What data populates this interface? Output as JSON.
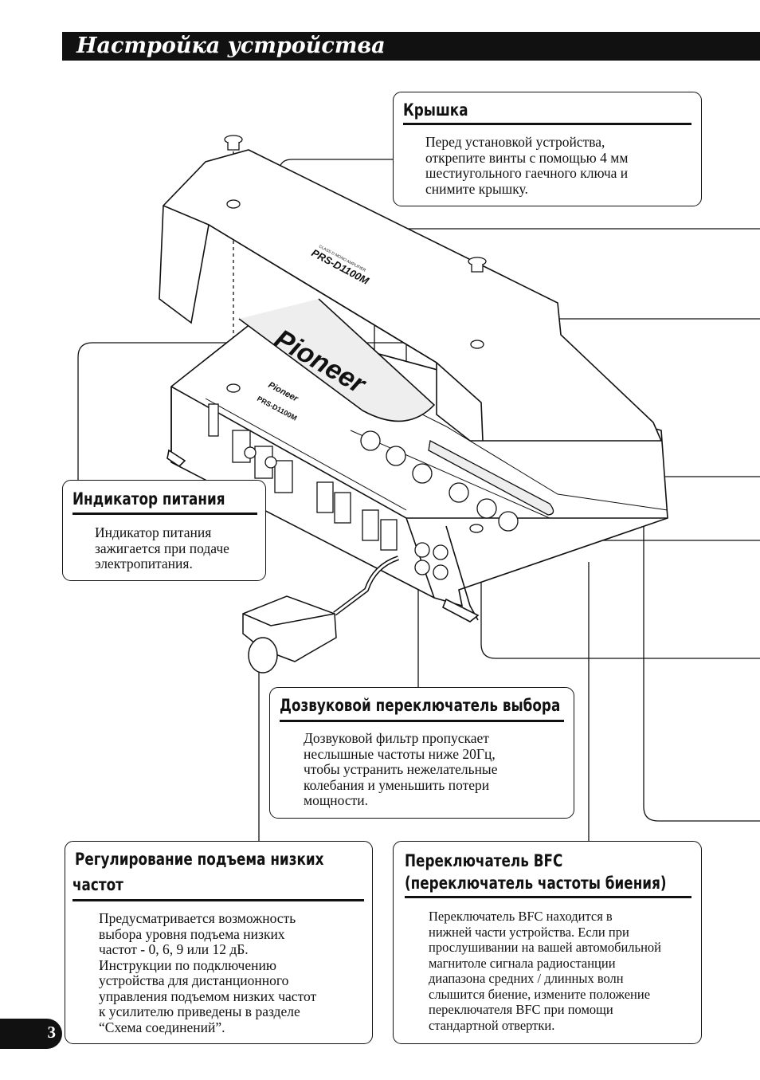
{
  "header": {
    "title": "Настройка устройства"
  },
  "illustration": {
    "brand_logo": "Pioneer",
    "model_top": "PRS-D1100M",
    "model_side": "PRS-D1100M",
    "subtitle": "CLASS D MONO AMPLIFIER"
  },
  "sections": {
    "cover": {
      "title": "Крышка",
      "body": [
        "Перед установкой устройства,",
        "открепите винты с помощью 4 мм",
        "шестиугольного гаечного ключа и",
        "снимите крышку."
      ]
    },
    "power_indicator": {
      "title": "Индикатор питания",
      "body": [
        "Индикатор питания",
        "зажигается при подаче",
        "электропитания."
      ]
    },
    "subsonic": {
      "title": "Дозвуковой переключатель выбора",
      "body": [
        "Дозвуковой фильтр пропускает",
        "неслышные частоты ниже 20Гц,",
        "чтобы устранить нежелательные",
        "колебания и уменьшить потери",
        "мощности."
      ]
    },
    "bass_boost": {
      "title_lines": [
        "Регулирование подъема низких",
        "частот"
      ],
      "body": [
        "Предусматривается возможность",
        "выбора уровня подъема низких",
        "частот - 0, 6, 9 или 12 дБ.",
        "Инструкции по подключению",
        "устройства для дистанционного",
        "управления подъемом низких частот",
        "к усилителю приведены в разделе",
        "“Схема соединений”."
      ]
    },
    "bfc": {
      "title_lines": [
        "Переключатель BFC",
        "(переключатель частоты биения)"
      ],
      "body": [
        "Переключатель BFC находится в",
        "нижней части устройства. Если при",
        "прослушивании на вашей автомобильной",
        "магнитоле сигнала радиостанции",
        "диапазона средних / длинных волн",
        "слышится биение, измените положение",
        "переключателя  BFC при помощи",
        "стандартной отвертки."
      ]
    }
  },
  "page": {
    "number": "3"
  },
  "colors": {
    "ink": "#111111",
    "paper": "#ffffff",
    "panel": "#f2f2f2"
  }
}
